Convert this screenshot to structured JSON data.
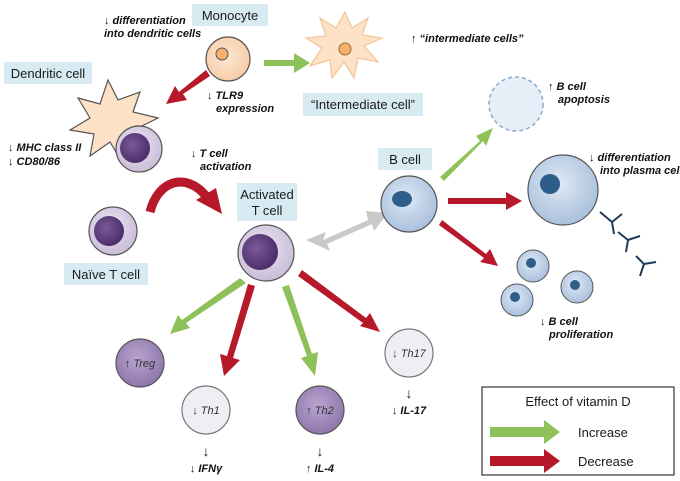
{
  "labels": {
    "monocyte": "Monocyte",
    "dendritic_cell": "Dendritic cell",
    "intermediate_cell": "“Intermediate cell”",
    "b_cell": "B cell",
    "activated_t_cell_line1": "Activated",
    "activated_t_cell_line2": "T cell",
    "naive_t_cell": "Naïve T cell"
  },
  "annotations": {
    "differentiation_dendritic_1": "↓ differentiation",
    "differentiation_dendritic_2": "into dendritic cells",
    "intermediate_cells": "↑ “intermediate cells”",
    "tlr9_1": "↓ TLR9",
    "tlr9_2": "expression",
    "mhc": "↓ MHC class II",
    "cd80": "↓ CD80/86",
    "t_activation_1": "↓ T cell",
    "t_activation_2": "activation",
    "b_apoptosis_1": "↑ B cell",
    "b_apoptosis_2": "apoptosis",
    "plasma_1": "↓ differentiation",
    "plasma_2": "into plasma cells",
    "b_prolif_1": "↓ B cell",
    "b_prolif_2": "proliferation",
    "ifng": "↓ IFNγ",
    "il4": "↑ IL-4",
    "il17": "↓ IL-17"
  },
  "subsets": {
    "treg": "↑ Treg",
    "th1": "↓ Th1",
    "th2": "↑ Th2",
    "th17": "↓ Th17"
  },
  "small_arrow": "↓",
  "legend": {
    "title": "Effect of vitamin D",
    "increase": "Increase",
    "decrease": "Decrease"
  },
  "colors": {
    "increase": "#8fc15a",
    "decrease": "#b7182a",
    "interaction": "#c9c9c9",
    "label_box": "#d8ebf3"
  }
}
